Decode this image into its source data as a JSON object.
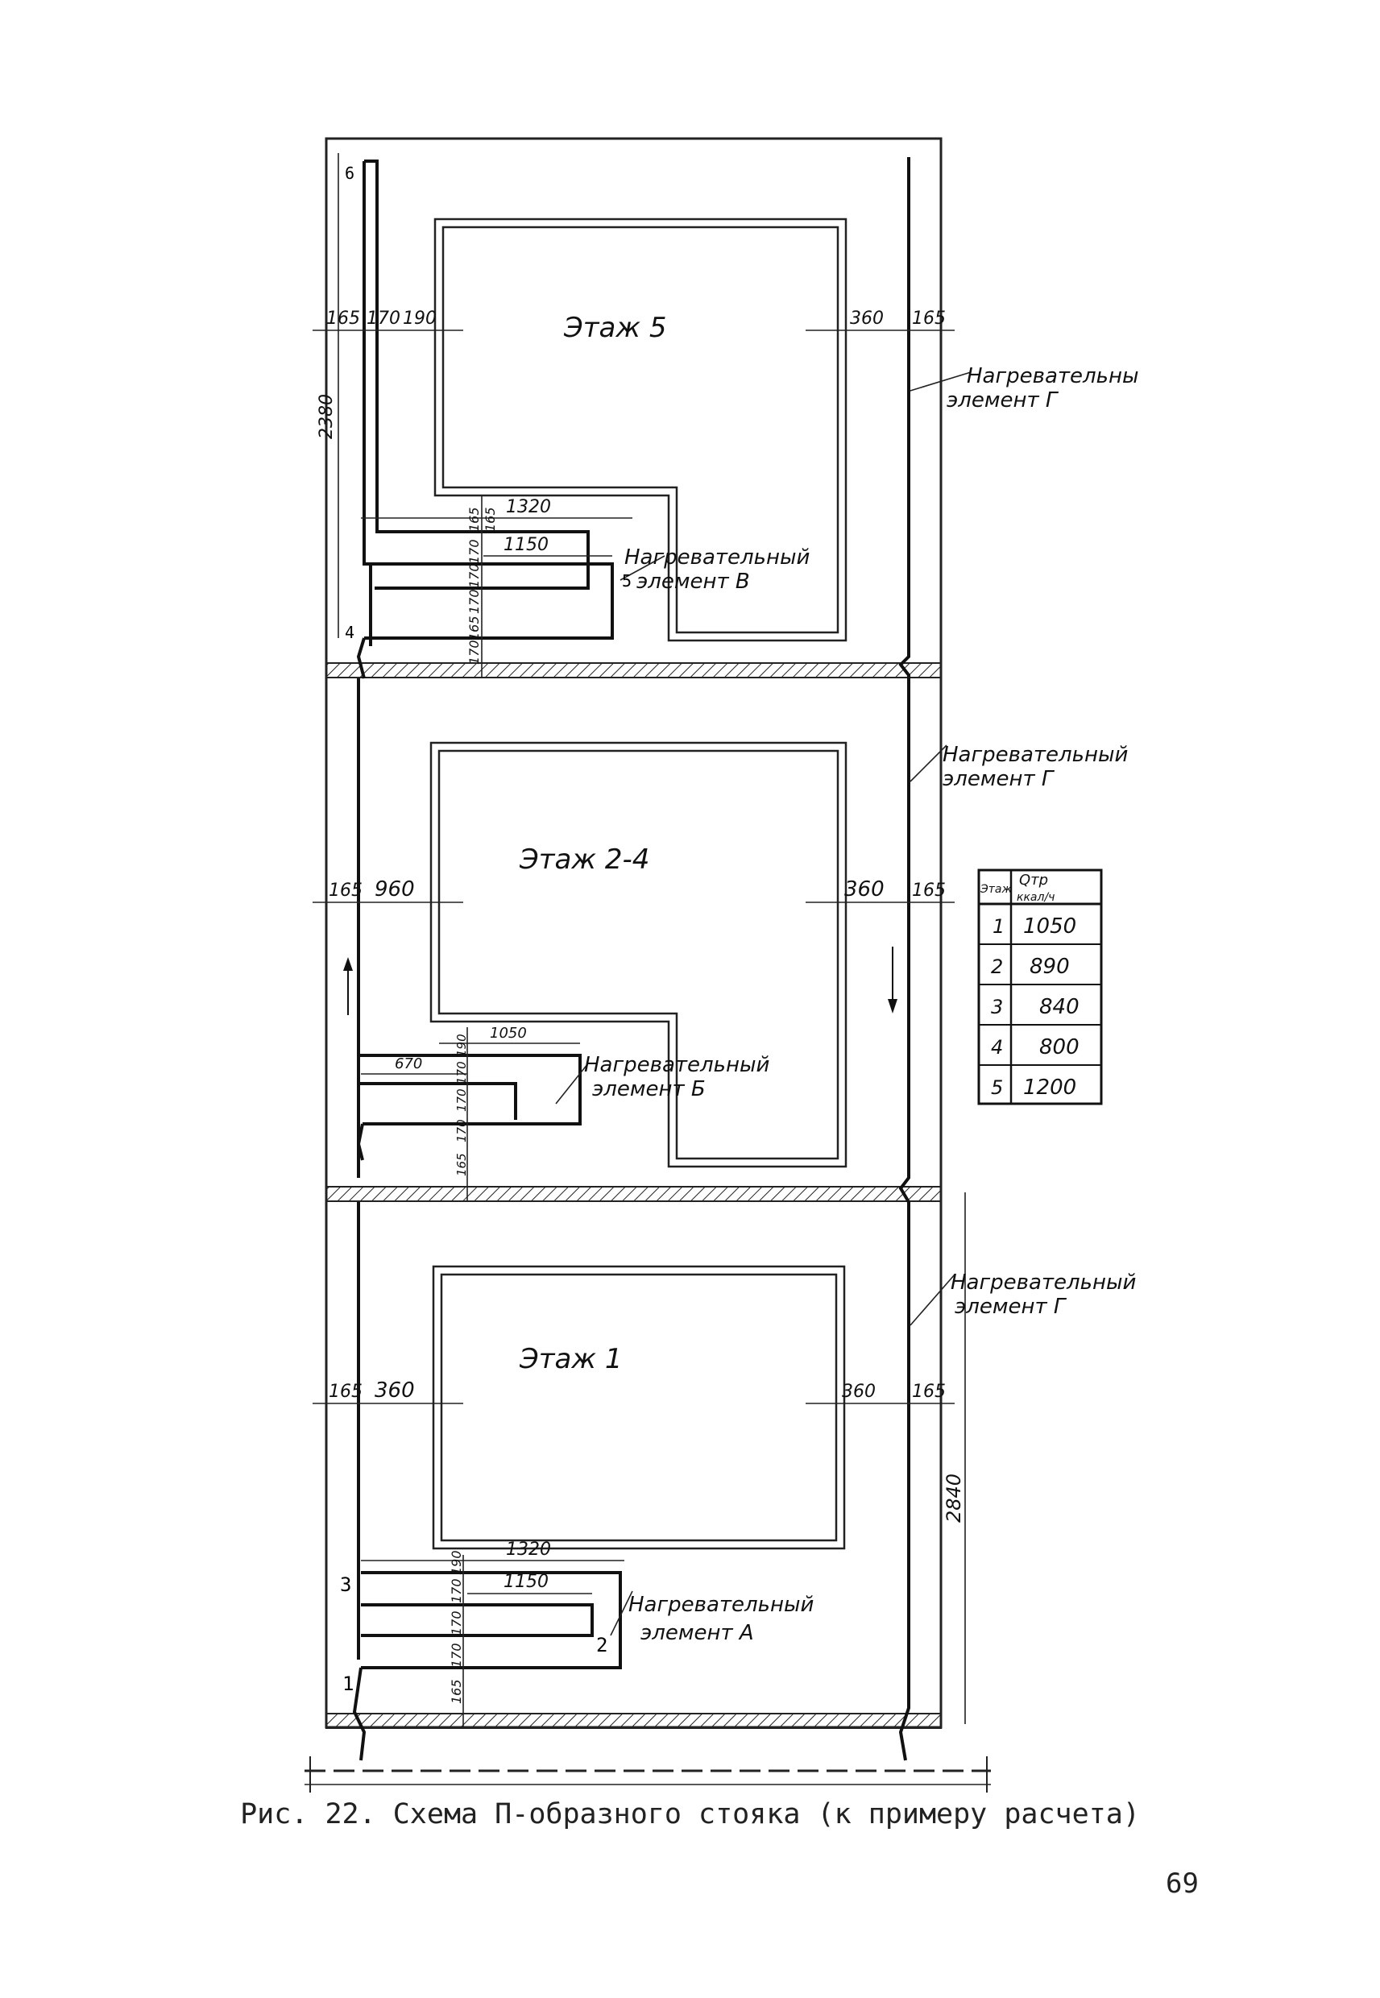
{
  "floors": {
    "f5": {
      "title": "Этаж 5",
      "dim_left_a": "165",
      "dim_left_b": "170",
      "dim_left_c": "190",
      "dim_right_a": "360",
      "dim_right_b": "165",
      "height": "2380",
      "loop_outer": "1320",
      "loop_inner": "1150",
      "stack_a": "165",
      "stack_b": "170",
      "stack_c": "170",
      "stack_d": "170",
      "stack_e": "165",
      "stack_f": "170",
      "stack_g": "165",
      "node_top": "6",
      "node_mid": "5",
      "node_low": "4"
    },
    "f24": {
      "title": "Этаж 2-4",
      "dim_left_a": "165",
      "dim_left_b": "960",
      "dim_right_a": "360",
      "dim_right_b": "165",
      "loop_outer": "1050",
      "loop_inner": "670",
      "stack_a": "190",
      "stack_b": "170",
      "stack_c": "170",
      "stack_d": "170",
      "stack_e": "165"
    },
    "f1": {
      "title": "Этаж 1",
      "dim_left_a": "165",
      "dim_left_b": "360",
      "dim_right_a": "360",
      "dim_right_b": "165",
      "height": "2840",
      "loop_outer": "1320",
      "loop_inner": "1150",
      "stack_a": "190",
      "stack_b": "170",
      "stack_c": "170",
      "stack_d": "170",
      "stack_e": "165",
      "node_1": "1",
      "node_2": "2",
      "node_3": "3"
    }
  },
  "labels": {
    "elem_v": [
      "Нагревательный",
      "элемент В"
    ],
    "elem_b": [
      "Нагревательный",
      "элемент Б"
    ],
    "elem_a": [
      "Нагревательный",
      "элемент А"
    ],
    "elem_g_top": [
      "Нагревательны",
      "элемент Г"
    ],
    "elem_g_mid": [
      "Нагревательный",
      "элемент Г"
    ],
    "elem_g_bot": [
      "Нагревательный",
      "элемент Г"
    ]
  },
  "table": {
    "header_floor": "Этаж",
    "header_q": "Qтр",
    "header_unit": "ккал/ч",
    "rows": [
      {
        "floor": "1",
        "q": "1050"
      },
      {
        "floor": "2",
        "q": "890"
      },
      {
        "floor": "3",
        "q": "840"
      },
      {
        "floor": "4",
        "q": "800"
      },
      {
        "floor": "5",
        "q": "1200"
      }
    ]
  },
  "caption": "Рис. 22. Схема П-образного стояка (к примеру расчета)",
  "page_number": "69"
}
